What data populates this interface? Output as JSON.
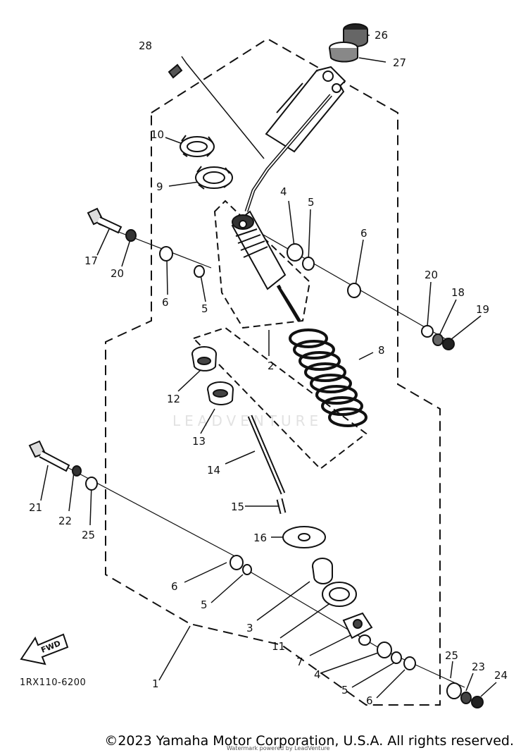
{
  "diagram": {
    "part_code": "1RX110-6200",
    "fwd_label": "FWD",
    "callouts": {
      "c1": "1",
      "c2": "2",
      "c3": "3",
      "c4a": "4",
      "c4b": "4",
      "c5a": "5",
      "c5b": "5",
      "c5c": "5",
      "c5d": "5",
      "c6a": "6",
      "c6b": "6",
      "c6c": "6",
      "c6d": "6",
      "c7": "7",
      "c8": "8",
      "c9": "9",
      "c10": "10",
      "c11": "11",
      "c12": "12",
      "c13": "13",
      "c14": "14",
      "c15": "15",
      "c16": "16",
      "c17": "17",
      "c18": "18",
      "c19": "19",
      "c20a": "20",
      "c20b": "20",
      "c21": "21",
      "c22": "22",
      "c23": "23",
      "c24": "24",
      "c25a": "25",
      "c25b": "25",
      "c26": "26",
      "c27": "27",
      "c28": "28"
    }
  },
  "watermark": "LEADVENTURE",
  "watermark_small": "Watermark powered by LeadVenture",
  "copyright": "©2023 Yamaha Motor Corporation, U.S.A. All rights reserved."
}
